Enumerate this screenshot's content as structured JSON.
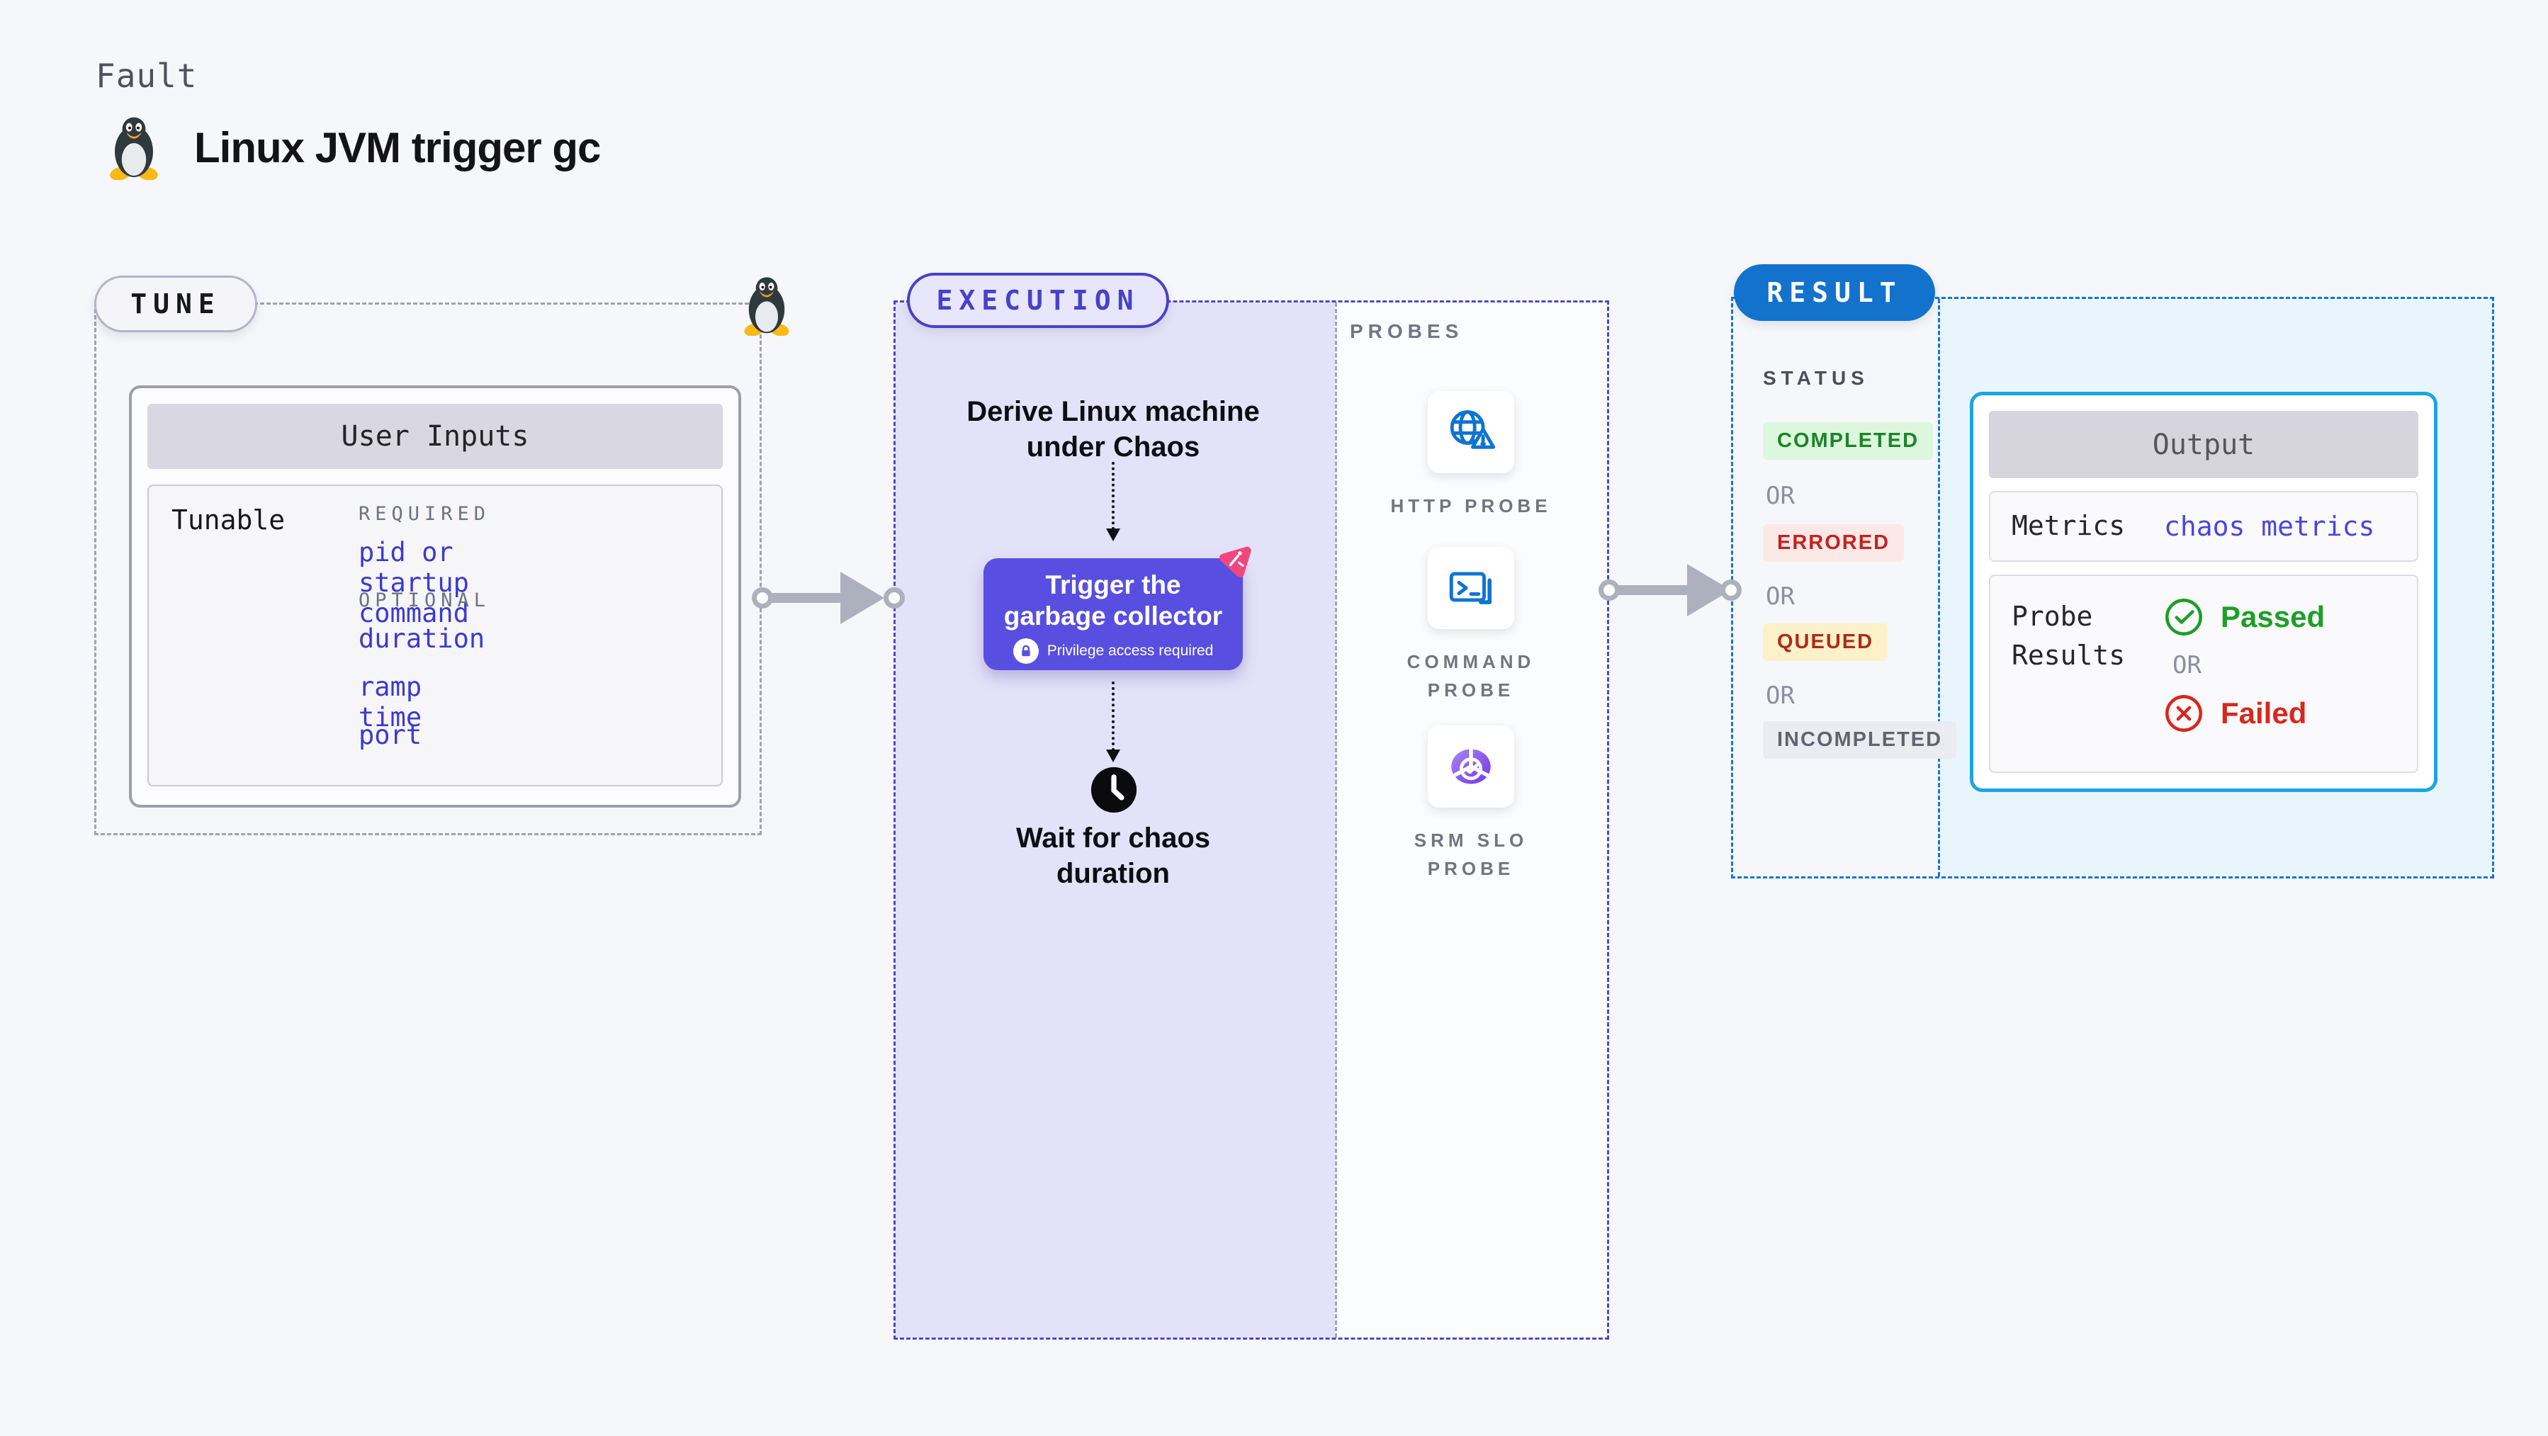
{
  "page": {
    "eyebrow": "Fault",
    "title": "Linux JVM trigger gc"
  },
  "tune": {
    "label": "TUNE",
    "card": {
      "header": "User Inputs",
      "row_label": "Tunable",
      "required_label": "REQUIRED",
      "required_items": [
        "pid or startup command"
      ],
      "optional_label": "OPTIONAL",
      "optional_items": [
        "duration",
        "ramp time",
        "port"
      ]
    }
  },
  "execution": {
    "label": "EXECUTION",
    "step_derive": "Derive Linux machine under Chaos",
    "action": {
      "label": "Trigger the garbage collector",
      "privilege": "Privilege access required"
    },
    "step_wait": "Wait for chaos duration"
  },
  "probes": {
    "label": "PROBES",
    "items": [
      {
        "name": "HTTP PROBE",
        "icon": "globe-alert-icon"
      },
      {
        "name": "COMMAND PROBE",
        "icon": "terminal-icon"
      },
      {
        "name": "SRM SLO PROBE",
        "icon": "slo-gauge-icon"
      }
    ]
  },
  "result": {
    "label": "RESULT",
    "status_label": "STATUS",
    "or_label": "OR",
    "statuses": [
      {
        "text": "COMPLETED",
        "fg": "#1C8428",
        "bg": "#DDF6DE"
      },
      {
        "text": "ERRORED",
        "fg": "#C5221F",
        "bg": "#FBE9E7"
      },
      {
        "text": "QUEUED",
        "fg": "#AE2A19",
        "bg": "#FCF1CB"
      },
      {
        "text": "INCOMPLETED",
        "fg": "#5E6572",
        "bg": "#EBECF1"
      }
    ],
    "output": {
      "header": "Output",
      "metrics_label": "Metrics",
      "metrics_value": "chaos metrics",
      "probe_results_label": "Probe Results",
      "passed_label": "Passed",
      "failed_label": "Failed"
    }
  },
  "colors": {
    "accent_indigo": "#584FE0",
    "execution_dash": "#4B49C6",
    "result_blue": "#1272CC",
    "output_border_cyan": "#1AA5E2",
    "chaos_pink": "#F0477F",
    "passed_green": "#1E9E28",
    "failed_red": "#D7281D",
    "link_blue": "#3B3AD0"
  }
}
